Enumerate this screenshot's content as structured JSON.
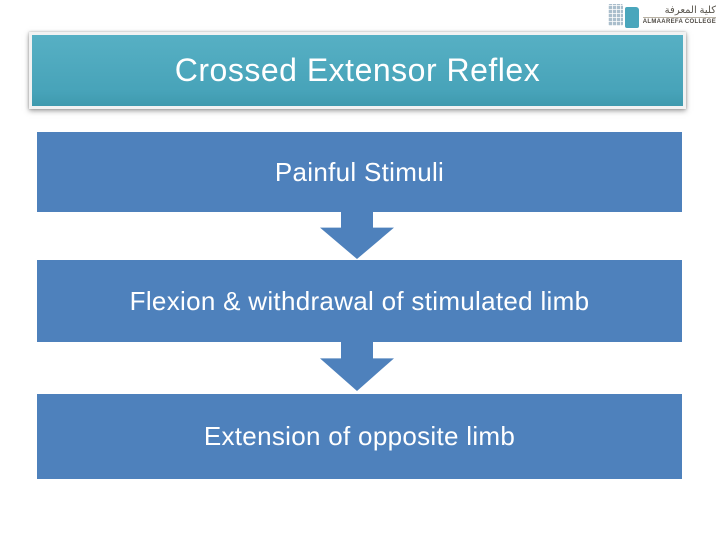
{
  "logo": {
    "arabic_name": "كلية المعرفة",
    "english_name": "ALMAAREFA COLLEGE"
  },
  "title": "Crossed Extensor Reflex",
  "flow": {
    "steps": [
      {
        "label": "Painful Stimuli"
      },
      {
        "label": "Flexion & withdrawal of stimulated limb"
      },
      {
        "label": "Extension of opposite limb"
      }
    ]
  },
  "colors": {
    "title_bg": "#49A5BB",
    "box_bg": "#4E81BC",
    "arrow": "#4E81BC",
    "text": "#FFFFFF",
    "logo_teal": "#4AA6BC",
    "logo_gray": "#AABECC"
  }
}
